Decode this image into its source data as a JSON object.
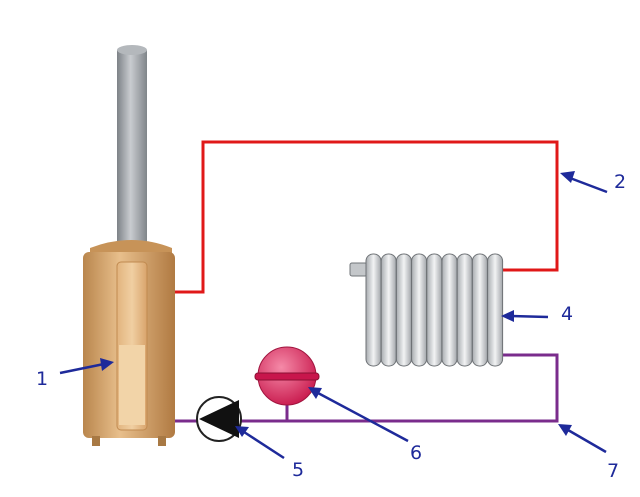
{
  "diagram": {
    "colors": {
      "supply_pipe": "#e01818",
      "return_pipe": "#7a2c8c",
      "callout": "#1e2a9a",
      "boiler_body": "#d9a46c",
      "chimney": "#9ea3a8",
      "radiator": "#d8dadc",
      "expansion_tank": "#e0406e"
    },
    "components": [
      {
        "id": "boiler",
        "label": "1",
        "icon": "boiler-icon"
      },
      {
        "id": "supply-pipe",
        "label": "2",
        "icon": "pipe-icon"
      },
      {
        "id": "radiator",
        "label": "4",
        "icon": "radiator-icon"
      },
      {
        "id": "circulation-pump",
        "label": "5",
        "icon": "pump-icon"
      },
      {
        "id": "expansion-tank",
        "label": "6",
        "icon": "tank-icon"
      },
      {
        "id": "return-pipe",
        "label": "7",
        "icon": "pipe-icon"
      }
    ]
  }
}
